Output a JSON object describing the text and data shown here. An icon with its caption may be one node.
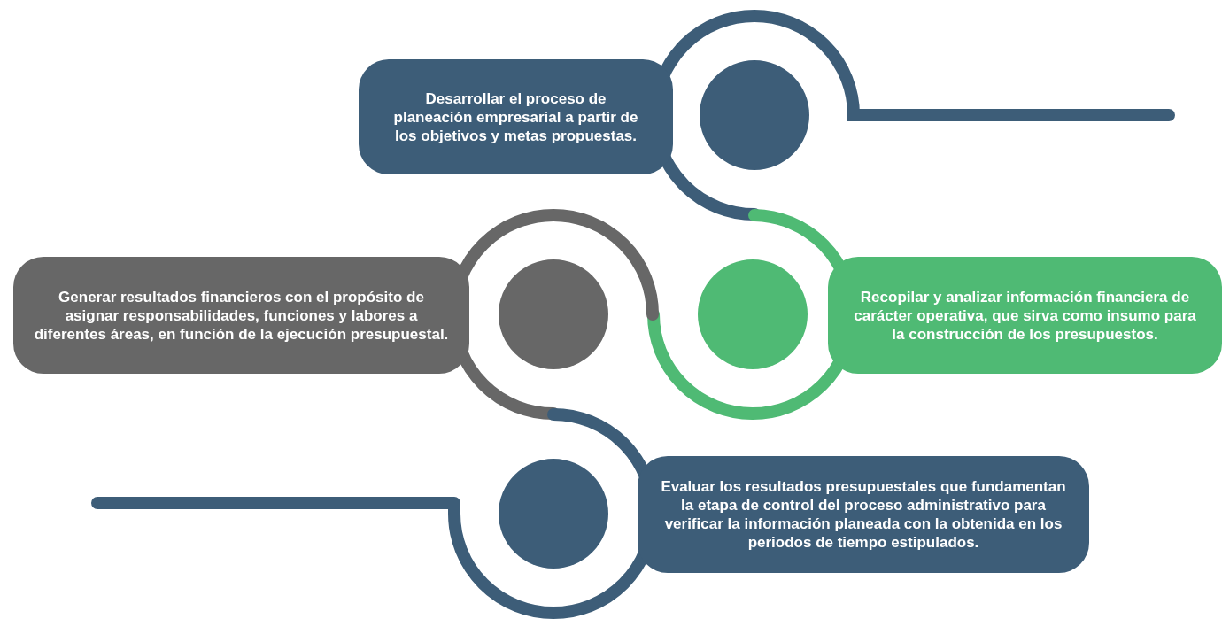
{
  "diagram": {
    "nodes": [
      {
        "text": [
          "Desarrollar el proceso de planeación empresarial a partir de los objetivos y metas propuestas."
        ]
      },
      {
        "text": [],
        "shape": "circle"
      },
      {
        "text": [
          "Generar resultados financieros con el propósito de asignar responsabilidades, funciones y labores a diferentes áreas, en función de la ejecución presupuestal."
        ]
      },
      {
        "text": [],
        "shape": "circle"
      },
      {
        "text": [],
        "shape": "circle"
      },
      {
        "text": [
          "Recopilar y analizar información financiera de carácter operativa, que sirva como insumo para la construcción de los presupuestos."
        ]
      },
      {
        "text": [],
        "shape": "circle"
      },
      {
        "text": [
          "Evaluar los resultados presupuestales que fundamentan la etapa de control del proceso administrativo para verificar la información planeada con la obtenida en los periodos de tiempo estipulados."
        ]
      }
    ]
  }
}
